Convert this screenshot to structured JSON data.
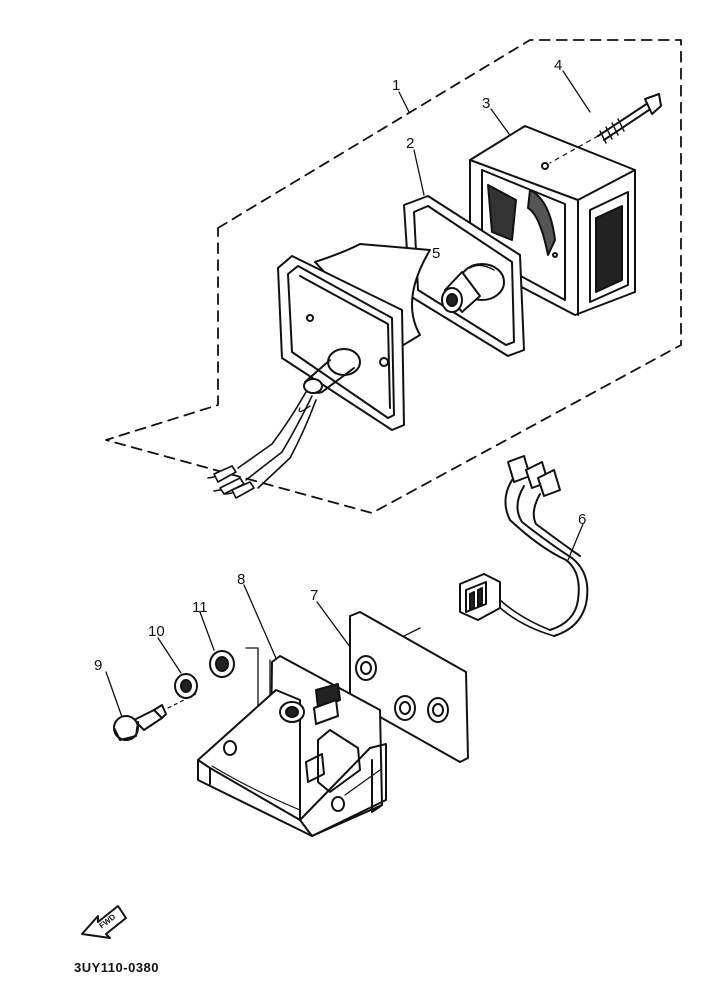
{
  "diagram": {
    "part_code": "3UY110-0380",
    "forward_label": "FWD",
    "callouts": {
      "c1": "1",
      "c2": "2",
      "c3": "3",
      "c4": "4",
      "c5": "5",
      "c6": "6",
      "c7": "7",
      "c8": "8",
      "c9": "9",
      "c10": "10",
      "c11": "11"
    }
  }
}
